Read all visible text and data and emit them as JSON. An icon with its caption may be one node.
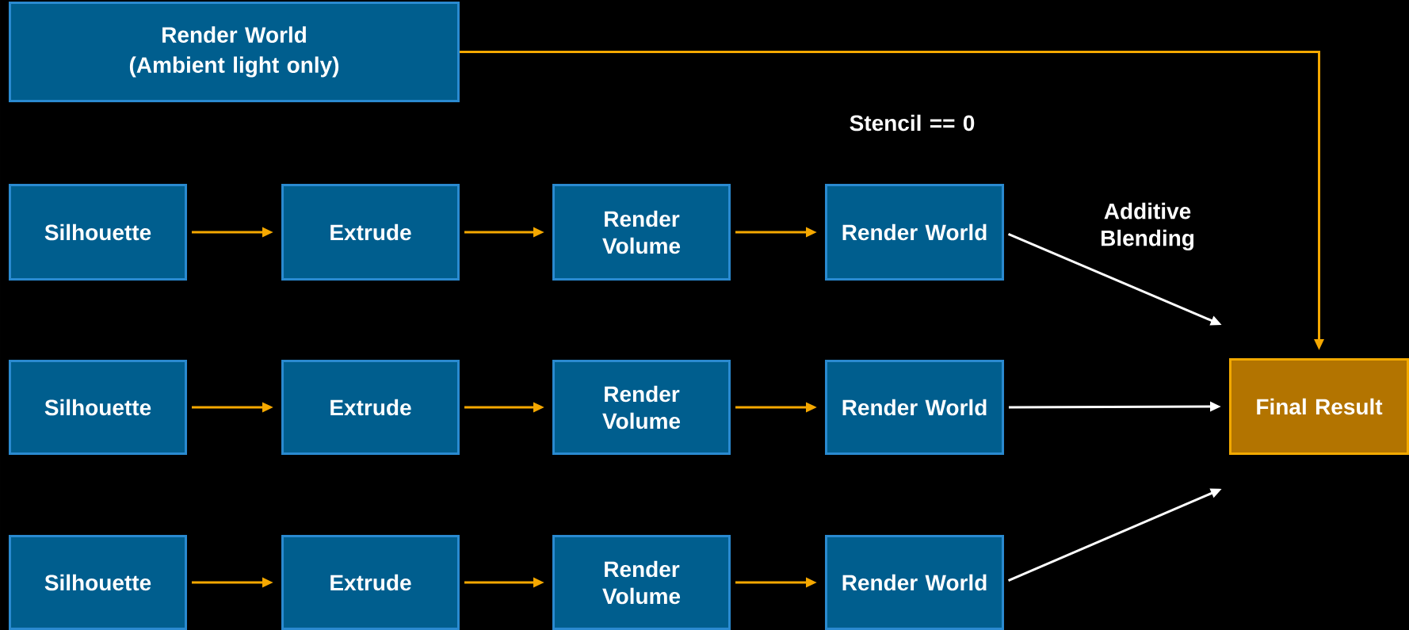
{
  "diagram": {
    "nodes": [
      {
        "text": [
          "Render World",
          "(Ambient light only)"
        ]
      },
      {
        "text": [
          "Silhouette"
        ]
      },
      {
        "text": [
          "Extrude"
        ]
      },
      {
        "text": [
          "Render Volume"
        ]
      },
      {
        "text": [
          "Render World"
        ]
      },
      {
        "text": [
          "Silhouette"
        ]
      },
      {
        "text": [
          "Extrude"
        ]
      },
      {
        "text": [
          "Render Volume"
        ]
      },
      {
        "text": [
          "Render World"
        ]
      },
      {
        "text": [
          "Silhouette"
        ]
      },
      {
        "text": [
          "Extrude"
        ]
      },
      {
        "text": [
          "Render Volume"
        ]
      },
      {
        "text": [
          "Render World"
        ]
      },
      {
        "text": [
          "Final Result"
        ]
      }
    ],
    "edges": [
      {
        "from": 0,
        "to": 13,
        "arrow": "to"
      },
      {
        "from": 1,
        "to": 2,
        "arrow": "to"
      },
      {
        "from": 2,
        "to": 3,
        "arrow": "to"
      },
      {
        "from": 3,
        "to": 4,
        "arrow": "to"
      },
      {
        "from": 5,
        "to": 6,
        "arrow": "to"
      },
      {
        "from": 6,
        "to": 7,
        "arrow": "to"
      },
      {
        "from": 7,
        "to": 8,
        "arrow": "to"
      },
      {
        "from": 9,
        "to": 10,
        "arrow": "to"
      },
      {
        "from": 10,
        "to": 11,
        "arrow": "to"
      },
      {
        "from": 11,
        "to": 12,
        "arrow": "to"
      },
      {
        "from": 4,
        "to": 13,
        "arrow": "to",
        "color": "#ffffff"
      },
      {
        "from": 8,
        "to": 13,
        "arrow": "to",
        "color": "#ffffff"
      },
      {
        "from": 12,
        "to": 13,
        "arrow": "to",
        "color": "#ffffff"
      }
    ],
    "labels": [
      "Stencil == 0",
      "Additive Blending"
    ]
  }
}
